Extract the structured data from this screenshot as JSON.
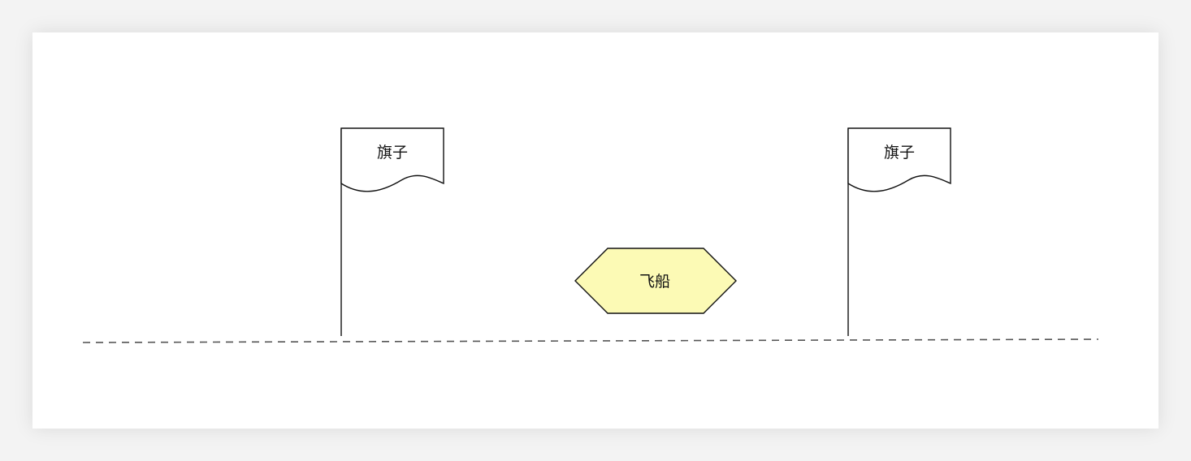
{
  "flags": [
    {
      "label": "旗子"
    },
    {
      "label": "旗子"
    }
  ],
  "ship": {
    "label": "飞船",
    "fill": "#fcfab5"
  },
  "colors": {
    "stroke": "#111111",
    "ground": "#555555"
  }
}
